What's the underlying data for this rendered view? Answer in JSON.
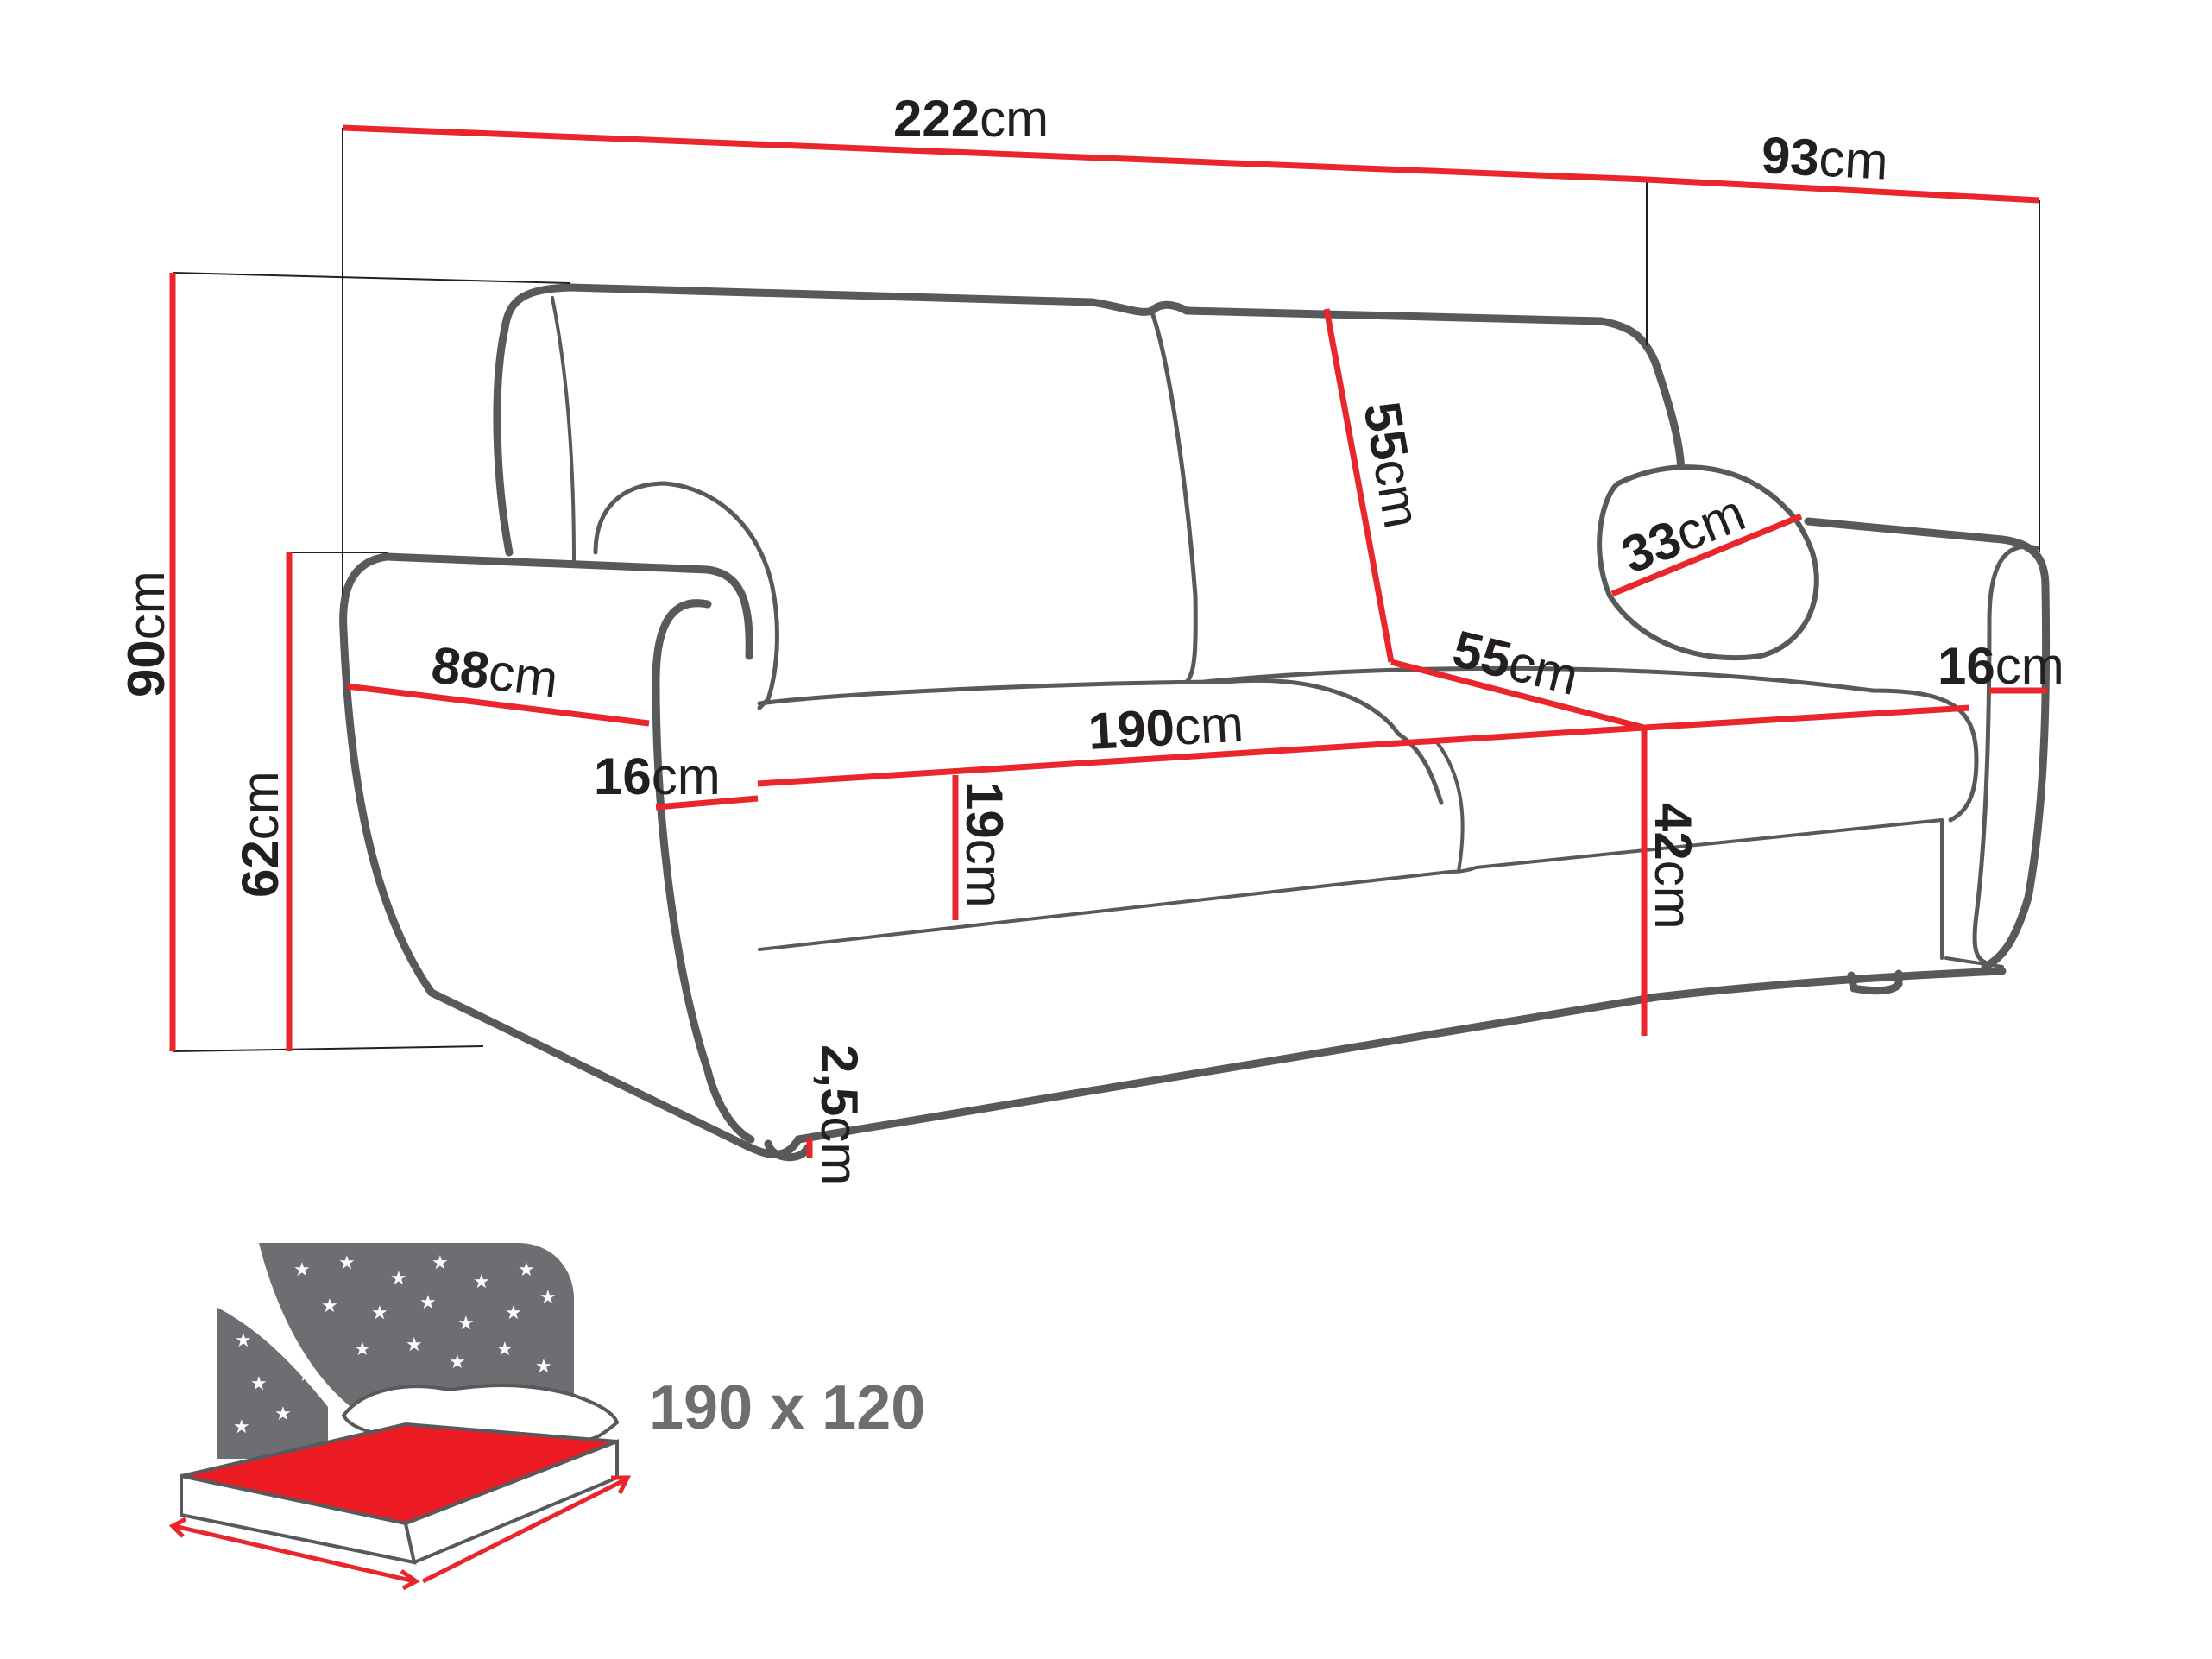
{
  "colors": {
    "outline": "#58595b",
    "dimension": "#e8262b",
    "text": "#231f20",
    "bed_panel": "#6d6e71",
    "mattress": "#ed1c24"
  },
  "unit": "cm",
  "dimensions": {
    "width_total": "222",
    "depth_total": "93",
    "height_total": "90",
    "armrest_height": "62",
    "armrest_depth": "88",
    "armrest_width_left": "16",
    "armrest_width_right": "16",
    "seat_width": "190",
    "seat_depth": "55",
    "backrest_height": "55",
    "pillow_diameter": "33",
    "cushion_thickness": "19",
    "seat_height": "42",
    "leg_height": "2,5"
  },
  "bed": {
    "size_label": "190 x 120",
    "icon": "bed-mattress-icon"
  }
}
